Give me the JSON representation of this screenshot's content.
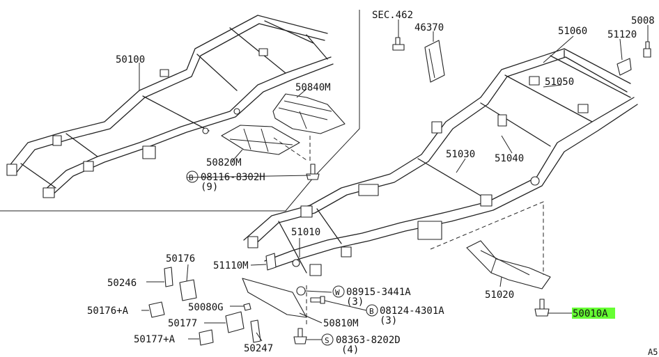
{
  "diagram": {
    "highlight_color": "#66ff33",
    "parts": {
      "p50100": "50100",
      "p50840m": "50840M",
      "p50820m": "50820M",
      "p08116_code": "08116-8302H",
      "p08116_qty": "(9)",
      "sec462": "SEC.462",
      "p46370": "46370",
      "p51060": "51060",
      "p51120": "51120",
      "p5008": "5008",
      "p51050": "51050",
      "p51030": "51030",
      "p51040": "51040",
      "p51010": "51010",
      "p51110m": "51110M",
      "p50176": "50176",
      "p50246": "50246",
      "p50176a": "50176+A",
      "p50080g": "50080G",
      "p50177": "50177",
      "p50177a": "50177+A",
      "p50247": "50247",
      "p50810m": "50810M",
      "p08915_code": "08915-3441A",
      "p08915_qty": "(3)",
      "p08124_code": "08124-4301A",
      "p08124_qty": "(3)",
      "p08363_code": "08363-8202D",
      "p08363_qty": "(4)",
      "p51020": "51020",
      "p50010a": "50010A",
      "corner": "A5"
    },
    "prefix_b": "B",
    "prefix_w": "W",
    "prefix_s": "S"
  }
}
